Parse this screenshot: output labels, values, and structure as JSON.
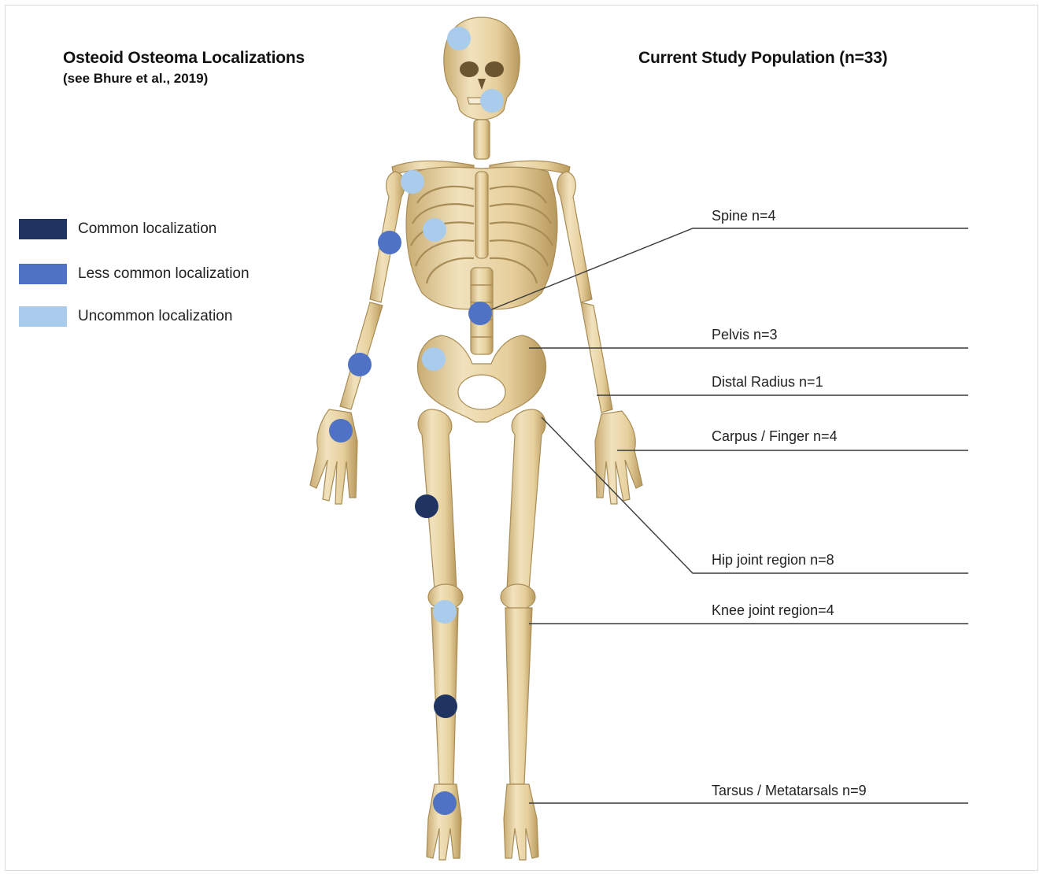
{
  "colors": {
    "common": "#1f3461",
    "less_common": "#4f72c4",
    "uncommon": "#a9cbec",
    "bone": "#e8d3a5",
    "bone_shade": "#c9ac72",
    "cartilage": "#d9dde0",
    "line": "#3a3a3a"
  },
  "left_panel": {
    "title": "Osteoid Osteoma Localizations",
    "subtitle": "(see Bhure et al., 2019)"
  },
  "right_panel": {
    "title": "Current Study Population (n=33)"
  },
  "legend": [
    {
      "label": "Common localization",
      "category": "common"
    },
    {
      "label": "Less common localization",
      "category": "less_common"
    },
    {
      "label": "Uncommon localization",
      "category": "uncommon"
    }
  ],
  "callouts": [
    {
      "label": "Spine n=4"
    },
    {
      "label": "Pelvis n=3"
    },
    {
      "label": "Distal Radius n=1"
    },
    {
      "label": "Carpus / Finger n=4"
    },
    {
      "label": "Hip joint region n=8"
    },
    {
      "label": "Knee joint region=4"
    },
    {
      "label": "Tarsus / Metatarsals n=9"
    }
  ],
  "markers": [
    {
      "site": "skull",
      "category": "uncommon"
    },
    {
      "site": "mandible",
      "category": "uncommon"
    },
    {
      "site": "shoulder",
      "category": "uncommon"
    },
    {
      "site": "humerus",
      "category": "less_common"
    },
    {
      "site": "ribs",
      "category": "uncommon"
    },
    {
      "site": "lumbar-spine",
      "category": "less_common"
    },
    {
      "site": "ilium",
      "category": "uncommon"
    },
    {
      "site": "forearm",
      "category": "less_common"
    },
    {
      "site": "wrist",
      "category": "less_common"
    },
    {
      "site": "femur",
      "category": "common"
    },
    {
      "site": "knee",
      "category": "uncommon"
    },
    {
      "site": "tibia",
      "category": "common"
    },
    {
      "site": "ankle",
      "category": "less_common"
    }
  ]
}
